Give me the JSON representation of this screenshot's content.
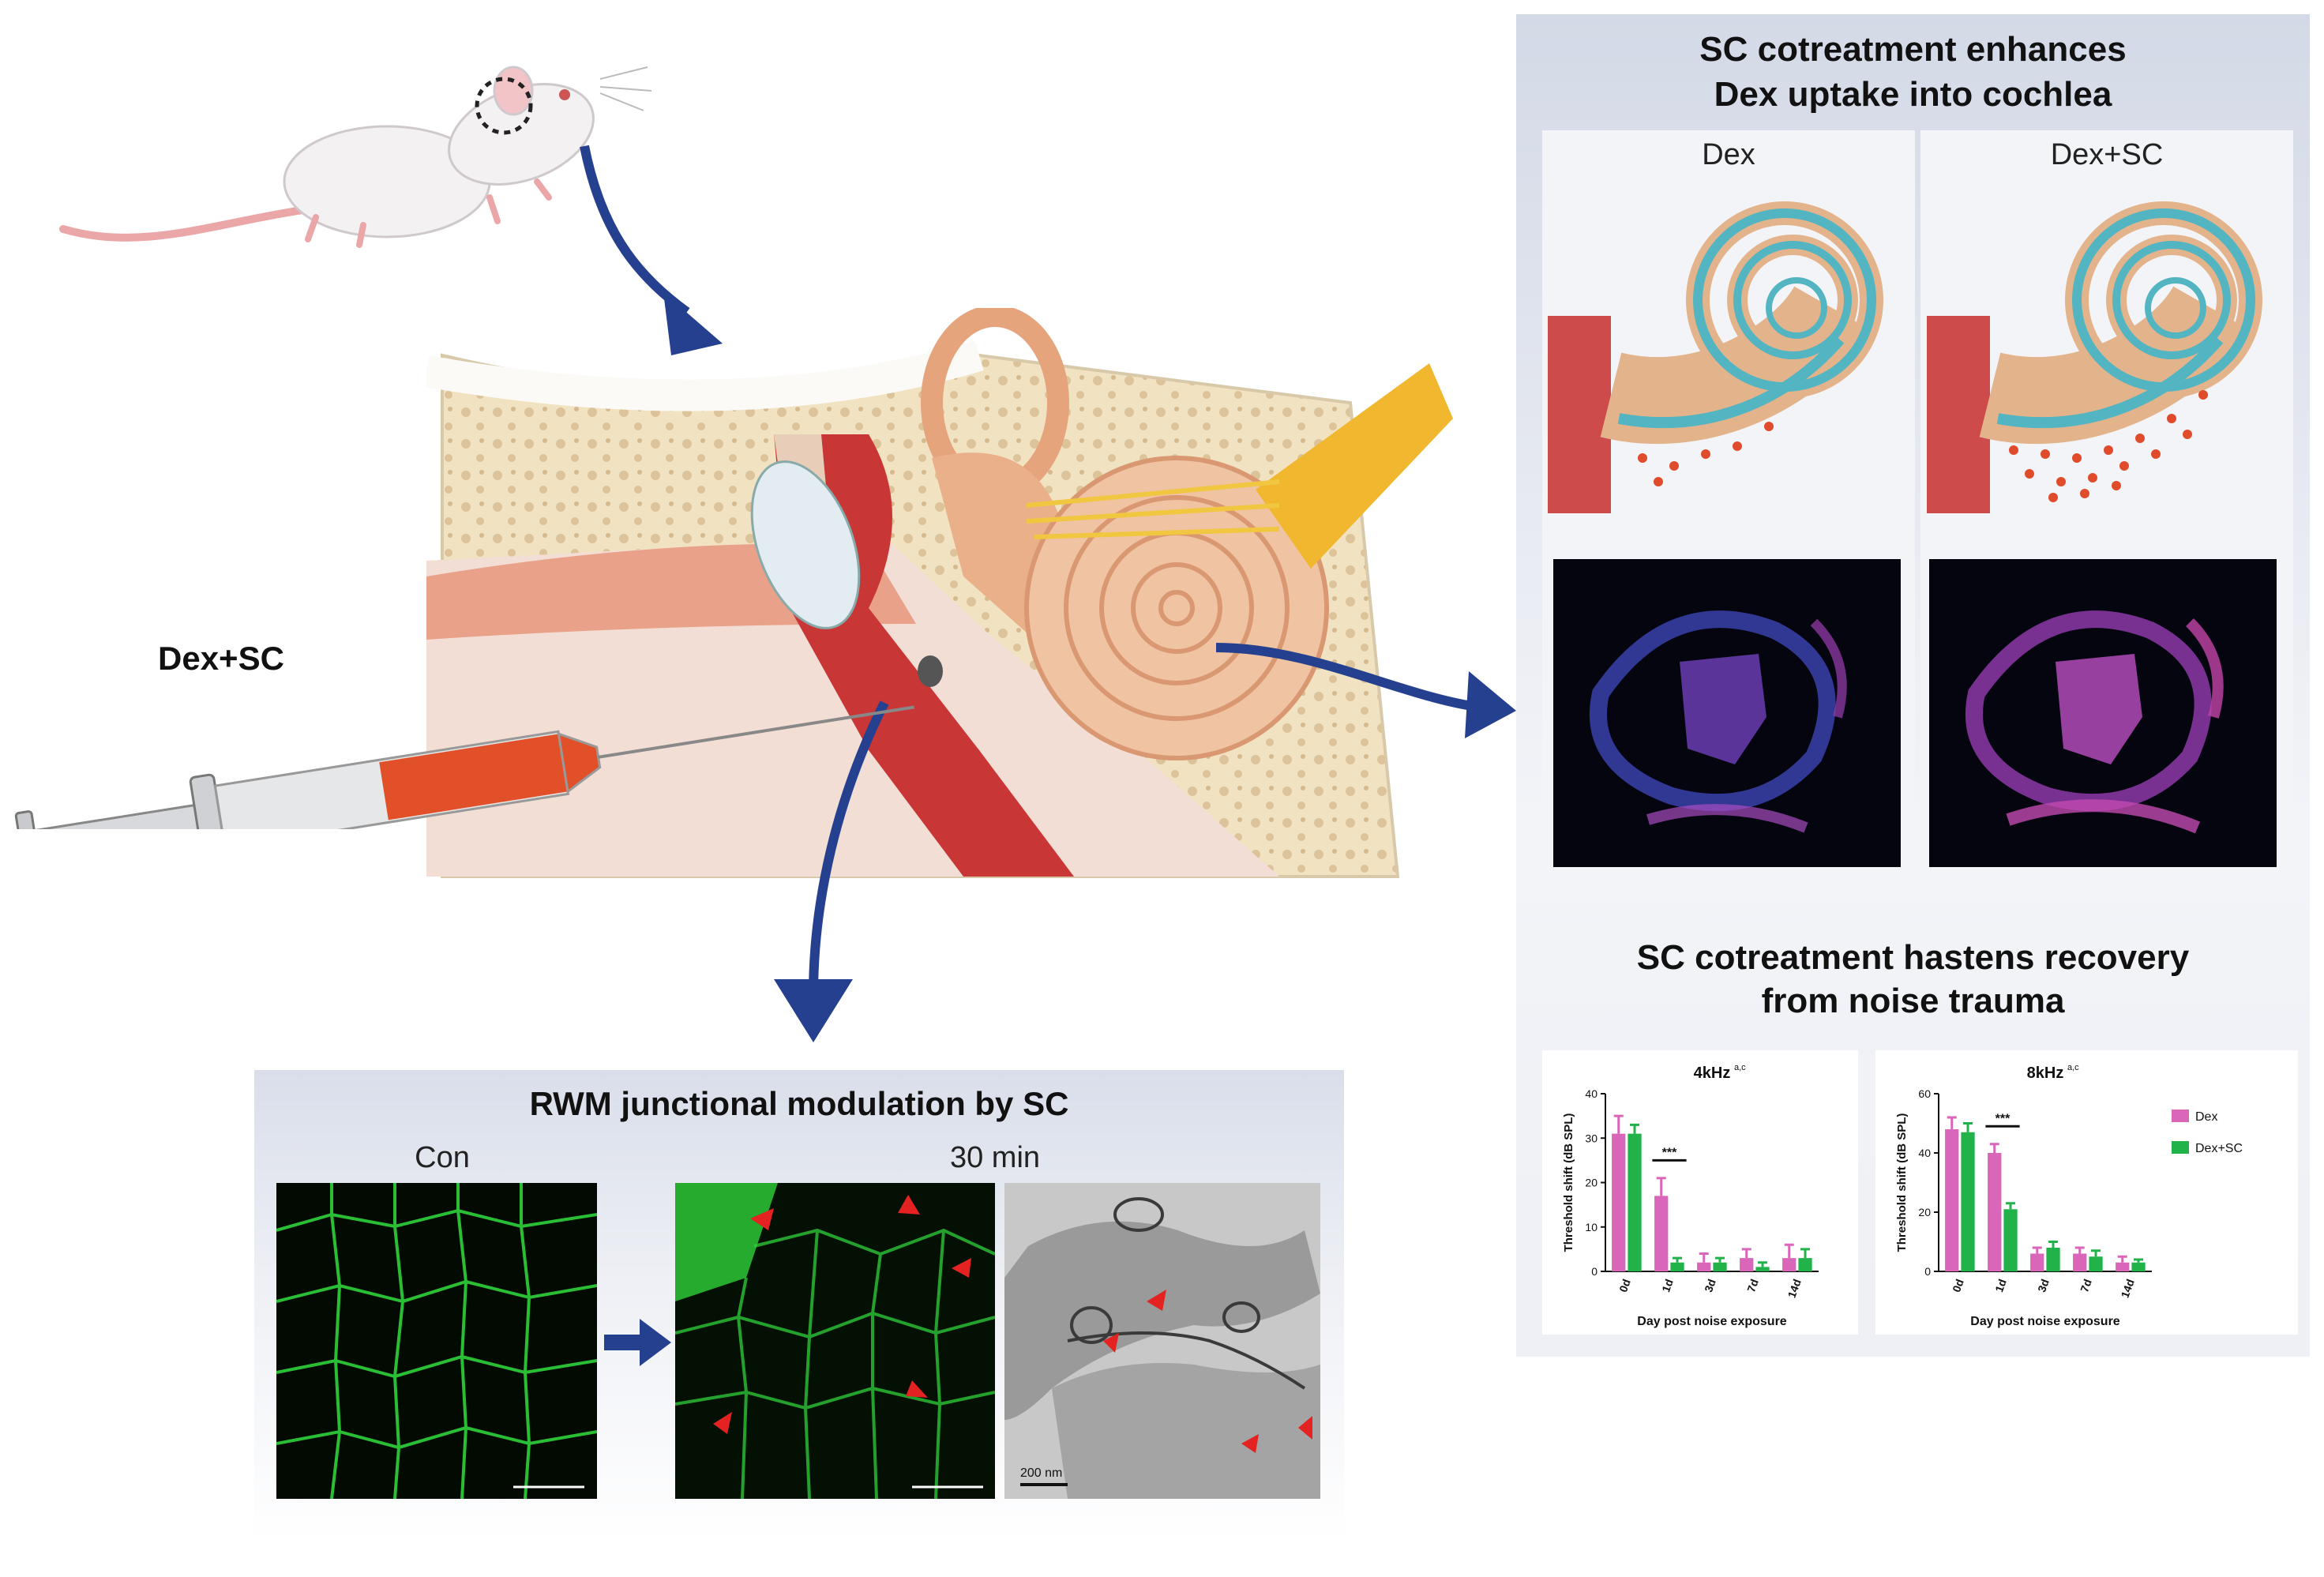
{
  "labels": {
    "injection": "Dex+SC"
  },
  "right_panel": {
    "title_line1": "SC cotreatment enhances",
    "title_line2": "Dex uptake into cochlea",
    "col_left": "Dex",
    "col_right": "Dex+SC",
    "section2_line1": "SC cotreatment hastens recovery",
    "section2_line2": "from noise trauma"
  },
  "bottom_panel": {
    "title": "RWM junctional modulation by SC",
    "label_con": "Con",
    "label_30": "30 min",
    "scale_bar": "200 nm"
  },
  "colors": {
    "dex": "#d966b8",
    "dex_sc": "#22b24a",
    "arrow_blue": "#24408e",
    "fluor_green": "#2fd23a"
  },
  "chart_data": [
    {
      "type": "bar",
      "title": "4kHz",
      "title_sup": "a,c",
      "categories": [
        "0d",
        "1d",
        "3d",
        "7d",
        "14d"
      ],
      "series": [
        {
          "name": "Dex",
          "values": [
            31,
            17,
            2,
            3,
            3
          ],
          "errors": [
            4,
            4,
            2,
            2,
            3
          ]
        },
        {
          "name": "Dex+SC",
          "values": [
            31,
            2,
            2,
            1,
            3
          ],
          "errors": [
            2,
            1,
            1,
            1,
            2
          ]
        }
      ],
      "xlabel": "Day post noise exposure",
      "ylabel": "Threshold shift (dB SPL)",
      "ylim": [
        0,
        40
      ],
      "yticks": [
        0,
        10,
        20,
        30,
        40
      ],
      "annotation": "***"
    },
    {
      "type": "bar",
      "title": "8kHz",
      "title_sup": "a,c",
      "categories": [
        "0d",
        "1d",
        "3d",
        "7d",
        "14d"
      ],
      "series": [
        {
          "name": "Dex",
          "values": [
            48,
            40,
            6,
            6,
            3
          ],
          "errors": [
            4,
            3,
            2,
            2,
            2
          ]
        },
        {
          "name": "Dex+SC",
          "values": [
            47,
            21,
            8,
            5,
            3
          ],
          "errors": [
            3,
            2,
            2,
            2,
            1
          ]
        }
      ],
      "xlabel": "Day post noise exposure",
      "ylabel": "Threshold shift (dB SPL)",
      "ylim": [
        0,
        60
      ],
      "yticks": [
        0,
        20,
        40,
        60
      ],
      "annotation": "***",
      "legend": "right"
    }
  ]
}
